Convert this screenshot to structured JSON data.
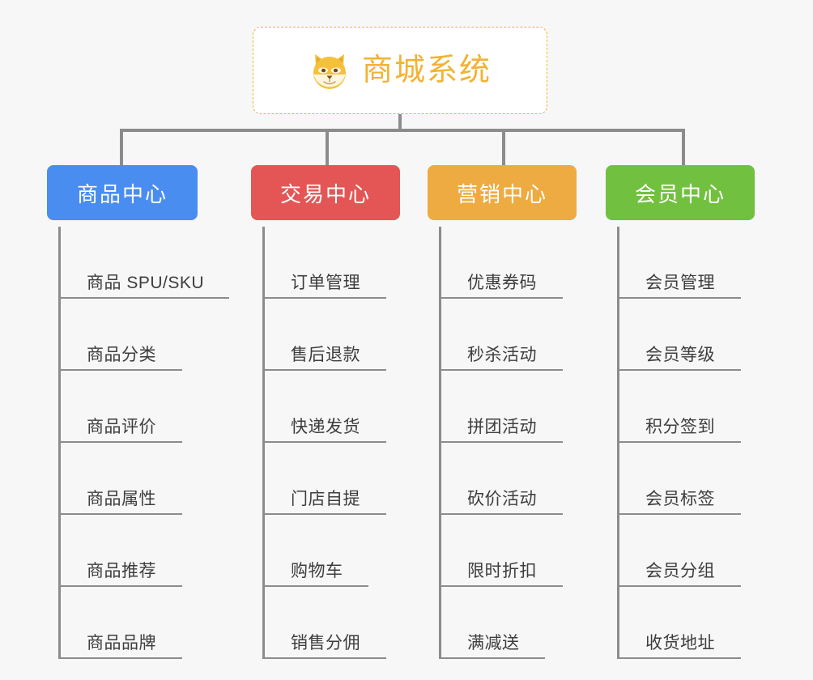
{
  "root": {
    "title": "商城系统",
    "icon": "shiba-inu-icon",
    "border_color": "#f0b429",
    "text_color": "#f2b233"
  },
  "connector_color": "#8c8c8c",
  "background_color": "#f7f7f7",
  "columns": [
    {
      "title": "商品中心",
      "color": "#4a8df0",
      "items": [
        "商品 SPU/SKU",
        "商品分类",
        "商品评价",
        "商品属性",
        "商品推荐",
        "商品品牌"
      ]
    },
    {
      "title": "交易中心",
      "color": "#e35655",
      "items": [
        "订单管理",
        "售后退款",
        "快递发货",
        "门店自提",
        "购物车",
        "销售分佣"
      ]
    },
    {
      "title": "营销中心",
      "color": "#eeab41",
      "items": [
        "优惠券码",
        "秒杀活动",
        "拼团活动",
        "砍价活动",
        "限时折扣",
        "满减送"
      ]
    },
    {
      "title": "会员中心",
      "color": "#72c040",
      "items": [
        "会员管理",
        "会员等级",
        "积分签到",
        "会员标签",
        "会员分组",
        "收货地址"
      ]
    }
  ]
}
